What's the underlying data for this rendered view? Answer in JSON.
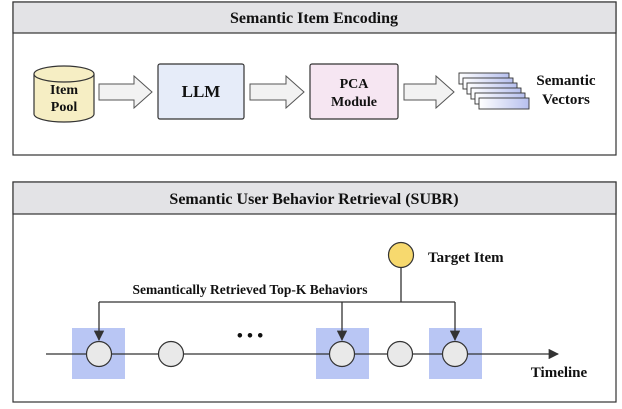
{
  "panel_top": {
    "title": "Semantic Item Encoding",
    "item_pool_line1": "Item",
    "item_pool_line2": "Pool",
    "llm_label": "LLM",
    "pca_line1": "PCA",
    "pca_line2": "Module",
    "output_line1": "Semantic",
    "output_line2": "Vectors"
  },
  "panel_bottom": {
    "title": "Semantic User Behavior Retrieval (SUBR)",
    "target_label": "Target Item",
    "retrieved_label": "Semantically Retrieved Top-K Behaviors",
    "ellipsis": "• • •",
    "timeline_label": "Timeline"
  },
  "colors": {
    "header_fill": "#e3e3e6",
    "database_fill": "#f6eec4",
    "llm_fill": "#e6ecf9",
    "pca_fill": "#f6e6f2",
    "highlight_fill": "#b9c6f4",
    "target_fill": "#f7d96e",
    "node_fill": "#e9e9e9"
  }
}
